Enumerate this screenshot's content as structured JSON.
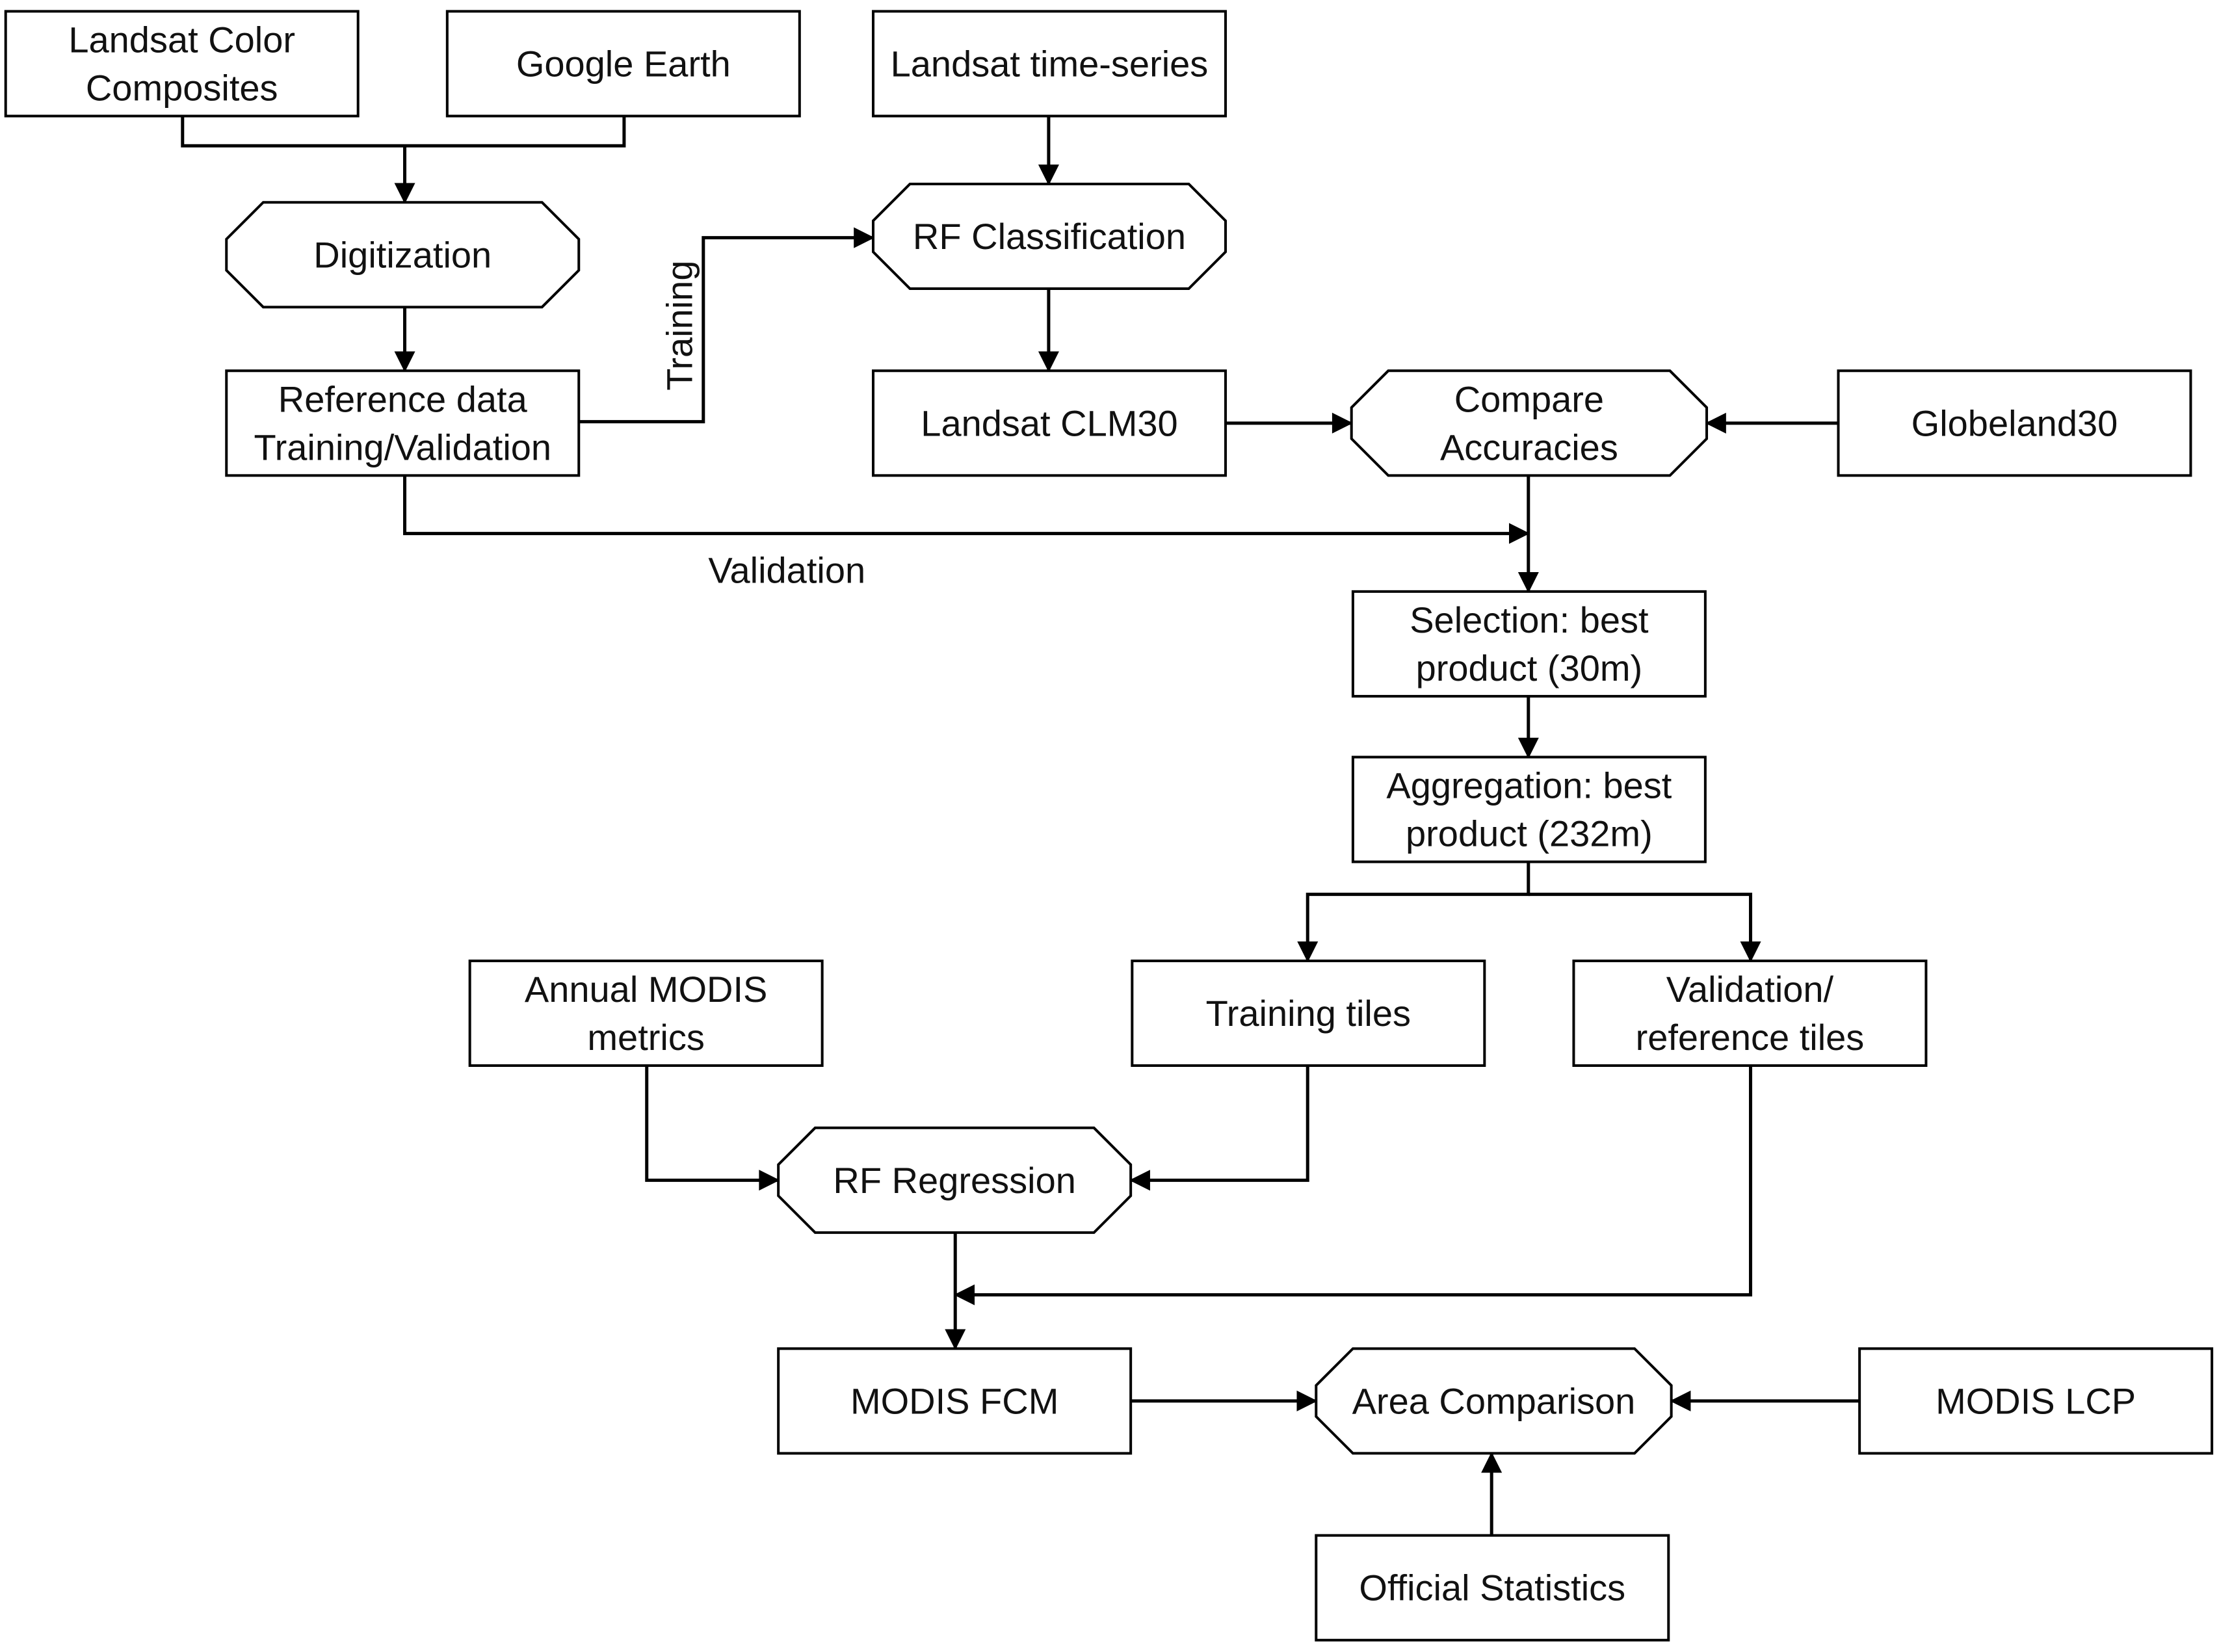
{
  "nodes": {
    "landsat_color_composites": {
      "lines": [
        "Landsat Color",
        "Composites"
      ],
      "shape": "rect"
    },
    "google_earth": {
      "lines": [
        "Google Earth"
      ],
      "shape": "rect"
    },
    "landsat_time_series": {
      "lines": [
        "Landsat time-series"
      ],
      "shape": "rect"
    },
    "digitization": {
      "lines": [
        "Digitization"
      ],
      "shape": "octagon"
    },
    "rf_classification": {
      "lines": [
        "RF Classification"
      ],
      "shape": "octagon"
    },
    "reference_data": {
      "lines": [
        "Reference data",
        "Training/Validation"
      ],
      "shape": "rect"
    },
    "landsat_clm30": {
      "lines": [
        "Landsat CLM30"
      ],
      "shape": "rect"
    },
    "compare_accuracies": {
      "lines": [
        "Compare",
        "Accuracies"
      ],
      "shape": "octagon"
    },
    "globeland30": {
      "lines": [
        "Globeland30"
      ],
      "shape": "rect"
    },
    "selection_best": {
      "lines": [
        "Selection: best",
        "product (30m)"
      ],
      "shape": "rect"
    },
    "aggregation_best": {
      "lines": [
        "Aggregation: best",
        "product (232m)"
      ],
      "shape": "rect"
    },
    "annual_modis_metrics": {
      "lines": [
        "Annual MODIS",
        "metrics"
      ],
      "shape": "rect"
    },
    "training_tiles": {
      "lines": [
        "Training tiles"
      ],
      "shape": "rect"
    },
    "validation_reference_tiles": {
      "lines": [
        "Validation/",
        "reference tiles"
      ],
      "shape": "rect"
    },
    "rf_regression": {
      "lines": [
        "RF Regression"
      ],
      "shape": "octagon"
    },
    "modis_fcm": {
      "lines": [
        "MODIS FCM"
      ],
      "shape": "rect"
    },
    "area_comparison": {
      "lines": [
        "Area Comparison"
      ],
      "shape": "octagon"
    },
    "modis_lcp": {
      "lines": [
        "MODIS LCP"
      ],
      "shape": "rect"
    },
    "official_statistics": {
      "lines": [
        "Official Statistics"
      ],
      "shape": "rect"
    }
  },
  "edge_labels": {
    "training": "Training",
    "validation": "Validation"
  },
  "edges": [
    {
      "from": "landsat_color_composites",
      "to": "digitization"
    },
    {
      "from": "google_earth",
      "to": "digitization"
    },
    {
      "from": "landsat_time_series",
      "to": "rf_classification"
    },
    {
      "from": "digitization",
      "to": "reference_data"
    },
    {
      "from": "reference_data",
      "to": "rf_classification",
      "label": "Training"
    },
    {
      "from": "rf_classification",
      "to": "landsat_clm30"
    },
    {
      "from": "landsat_clm30",
      "to": "compare_accuracies"
    },
    {
      "from": "globeland30",
      "to": "compare_accuracies"
    },
    {
      "from": "reference_data",
      "to": "selection_best",
      "label": "Validation"
    },
    {
      "from": "compare_accuracies",
      "to": "selection_best"
    },
    {
      "from": "selection_best",
      "to": "aggregation_best"
    },
    {
      "from": "aggregation_best",
      "to": "training_tiles"
    },
    {
      "from": "aggregation_best",
      "to": "validation_reference_tiles"
    },
    {
      "from": "annual_modis_metrics",
      "to": "rf_regression"
    },
    {
      "from": "training_tiles",
      "to": "rf_regression"
    },
    {
      "from": "rf_regression",
      "to": "modis_fcm"
    },
    {
      "from": "validation_reference_tiles",
      "to": "modis_fcm"
    },
    {
      "from": "modis_fcm",
      "to": "area_comparison"
    },
    {
      "from": "modis_lcp",
      "to": "area_comparison"
    },
    {
      "from": "official_statistics",
      "to": "area_comparison"
    }
  ]
}
